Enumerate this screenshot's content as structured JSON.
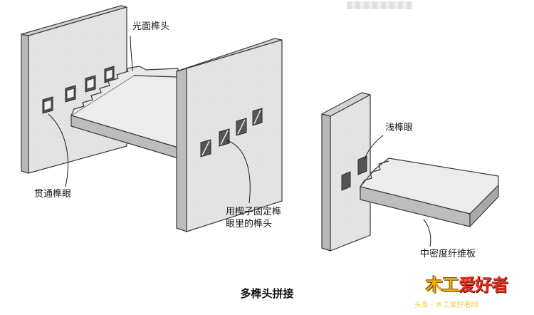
{
  "labels": {
    "tenon_face": "光面榫头",
    "through_mortise": "贯通榫眼",
    "wedge_line1": "用楔子固定榫",
    "wedge_line2": "眼里的榫头",
    "shallow_mortise": "浅榫眼",
    "mdf_board": "中密度纤维板"
  },
  "caption": "多榫头拼接",
  "watermark": {
    "logo_part1": "木工",
    "logo_part2": "爱好者",
    "subtitle": "头条 · 木工爱好者网"
  },
  "colors": {
    "panel_face": "#e4e4e4",
    "panel_side": "#b9b9b9",
    "panel_top": "#d2d2d2",
    "board_top": "#ececec",
    "board_front": "#bdbdbd",
    "mortise_hole": "#555555",
    "outline": "#3a3a3a"
  }
}
